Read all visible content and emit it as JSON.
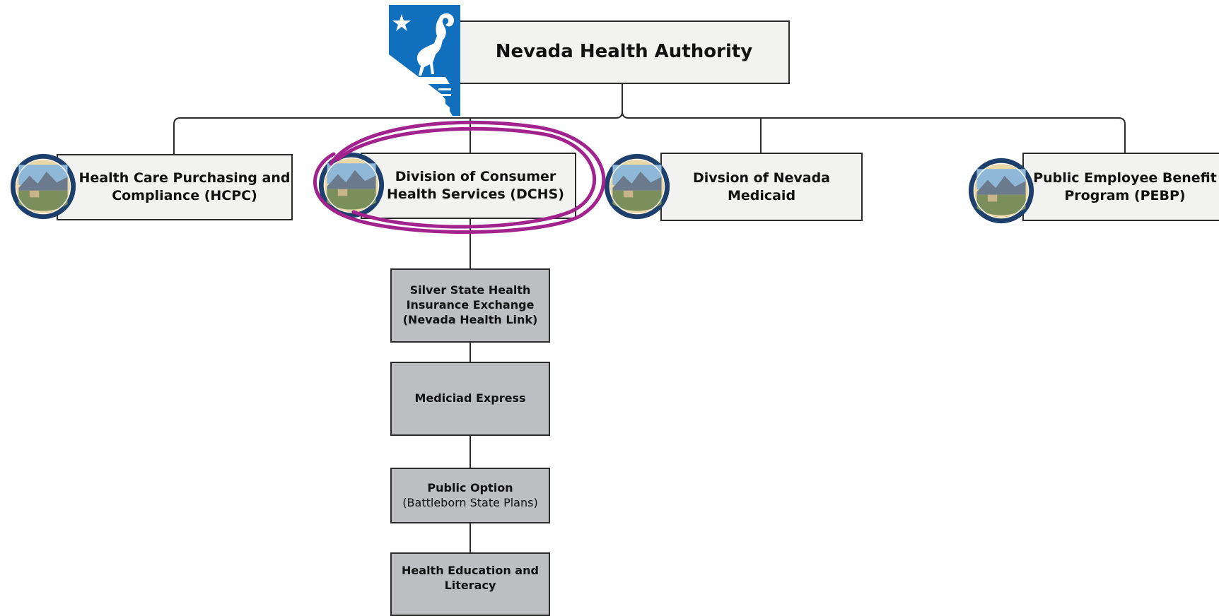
{
  "colors": {
    "logo_blue": "#1170bd",
    "box_light": "#f2f2f0",
    "box_grey": "#bdbec2",
    "highlight": "#a3238e",
    "seal_navy": "#1d3f6e"
  },
  "root": {
    "label": "Nevada Health Authority",
    "logo_icon": "nevada-bighorn-logo-icon"
  },
  "divisions": [
    {
      "label": "Health Care Purchasing and\nCompliance (HCPC)",
      "seal_icon": "nevada-state-seal-icon"
    },
    {
      "label": "Division of Consumer\nHealth Services (DCHS)",
      "seal_icon": "nevada-state-seal-icon",
      "highlighted": true
    },
    {
      "label": "Divsion of Nevada\nMedicaid",
      "seal_icon": "nevada-state-seal-icon"
    },
    {
      "label": "Public Employee Benefit\nProgram (PEBP)",
      "seal_icon": "nevada-state-seal-icon"
    }
  ],
  "programs": [
    {
      "label": "Silver State Health\nInsurance Exchange\n(Nevada Health Link)"
    },
    {
      "label": "Mediciad Express"
    },
    {
      "label": "Public Option",
      "sub": "(Battleborn State Plans)"
    },
    {
      "label": "Health Education and\nLiteracy"
    }
  ]
}
